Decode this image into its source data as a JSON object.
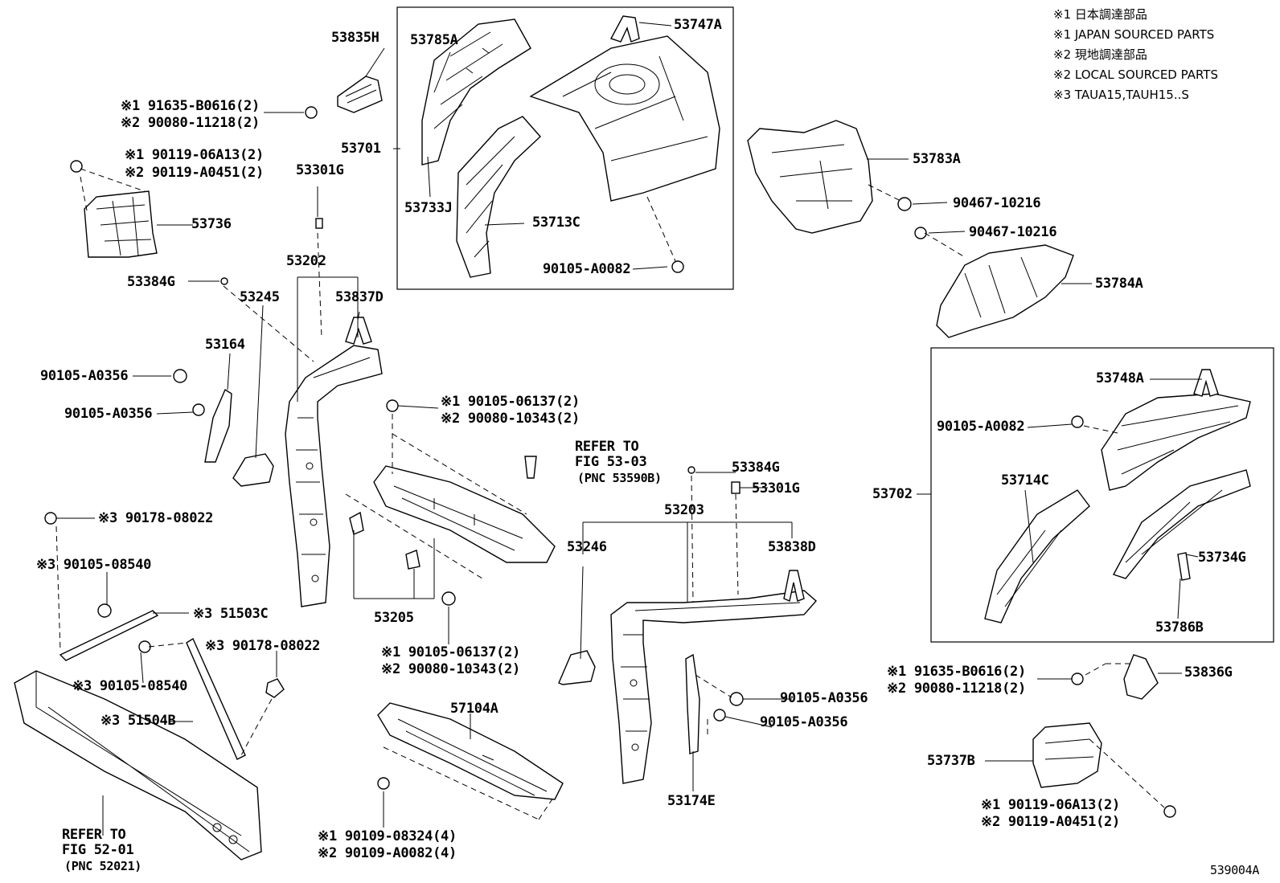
{
  "legend": [
    "※1 日本調達部品",
    "※1 JAPAN SOURCED PARTS",
    "※2 現地調達部品",
    "※2 LOCAL SOURCED PARTS",
    "※3 TAUA15,TAUH15..S"
  ],
  "labels": {
    "p53835H": "53835H",
    "p53785A": "53785A",
    "p53747A": "53747A",
    "p53701": "53701",
    "p53733J": "53733J",
    "p53713C": "53713C",
    "p90105A0082_top": "90105-A0082",
    "p53783A": "53783A",
    "p90467_a": "90467-10216",
    "p90467_b": "90467-10216",
    "p53784A": "53784A",
    "s91635_1": "※1 91635-B0616(2)",
    "s90080_1": "※2 90080-11218(2)",
    "s90119_1": "※1 90119-06A13(2)",
    "s90119_2": "※2 90119-A0451(2)",
    "p53736": "53736",
    "p53301G_a": "53301G",
    "p53202": "53202",
    "p53384G_a": "53384G",
    "p53245": "53245",
    "p53837D": "53837D",
    "p53164": "53164",
    "p90105A0356_a": "90105-A0356",
    "p90105A0356_b": "90105-A0356",
    "s90105_06137_a": "※1 90105-06137(2)",
    "s90080_10343_a": "※2 90080-10343(2)",
    "refer1_a": "REFER TO",
    "refer1_b": "FIG 53-03",
    "refer1_c": "(PNC 53590B)",
    "p53384G_b": "53384G",
    "p53301G_b": "53301G",
    "p53203": "53203",
    "p53246": "53246",
    "p53838D": "53838D",
    "s90178_a": "※3 90178-08022",
    "s90105_08540_a": "※3 90105-08540",
    "s51503C": "※3 51503C",
    "p53205": "53205",
    "s90105_06137_b": "※1 90105-06137(2)",
    "s90080_10343_b": "※2 90080-10343(2)",
    "s90178_b": "※3 90178-08022",
    "s90105_08540_b": "※3 90105-08540",
    "s51504B": "※3 51504B",
    "p57104A": "57104A",
    "p90105A0356_c": "90105-A0356",
    "p90105A0356_d": "90105-A0356",
    "p53174E": "53174E",
    "p53702": "53702",
    "p53748A": "53748A",
    "p90105A0082_right": "90105-A0082",
    "p53714C": "53714C",
    "p53734G": "53734G",
    "p53786B": "53786B",
    "s91635_2": "※1 91635-B0616(2)",
    "s90080_2": "※2 90080-11218(2)",
    "p53836G": "53836G",
    "p53737B": "53737B",
    "s90119_3": "※1 90119-06A13(2)",
    "s90119_4": "※2 90119-A0451(2)",
    "refer2_a": "REFER TO",
    "refer2_b": "FIG 52-01",
    "refer2_c": "(PNC 52021)",
    "s90109_08324": "※1 90109-08324(4)",
    "s90109_A0082": "※2 90109-A0082(4)",
    "figure_id": "539004A"
  }
}
